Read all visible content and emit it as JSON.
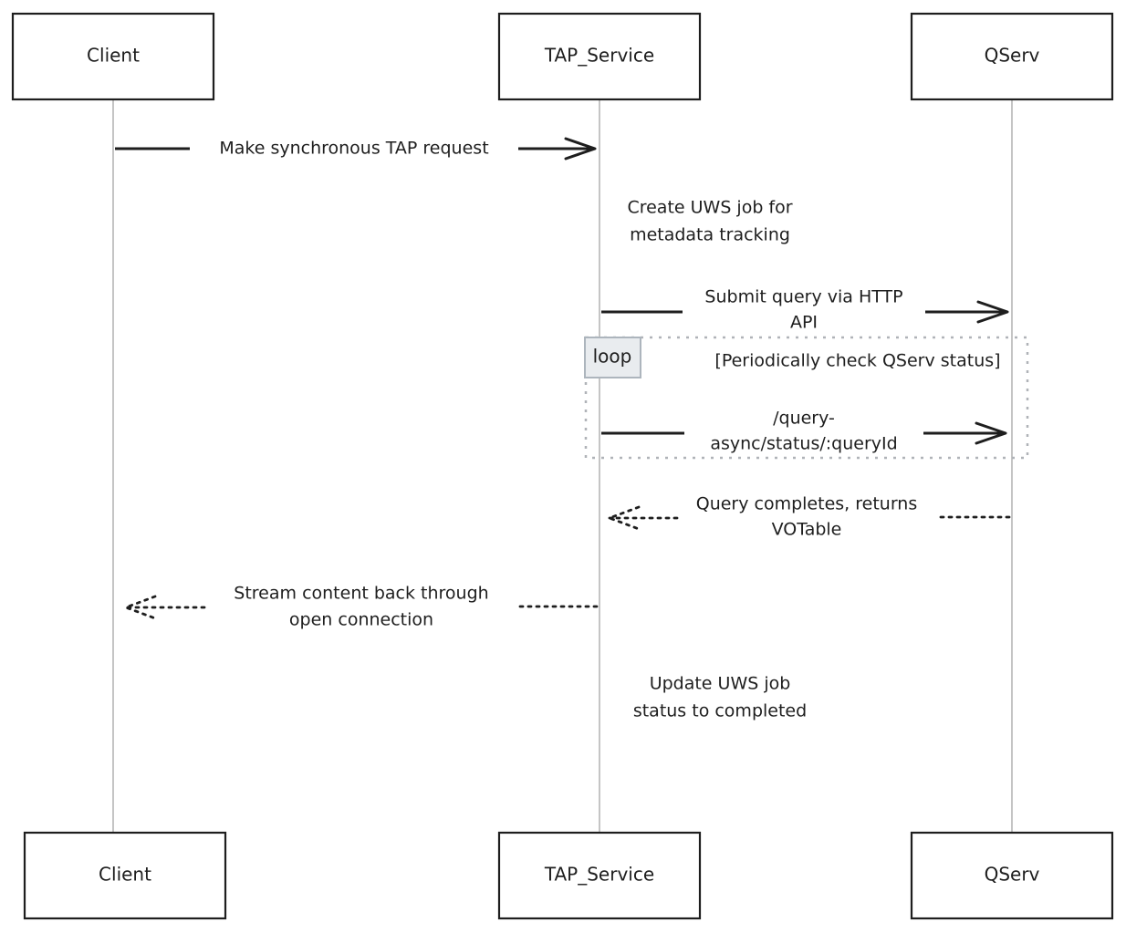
{
  "diagram": {
    "type": "sequence",
    "actors": [
      {
        "id": "client",
        "label": "Client"
      },
      {
        "id": "tap",
        "label": "TAP_Service"
      },
      {
        "id": "qserv",
        "label": "QServ"
      }
    ],
    "messages": [
      {
        "from": "client",
        "to": "tap",
        "style": "solid",
        "lines": [
          "Make synchronous TAP request"
        ]
      },
      {
        "from": "tap",
        "to": "qserv",
        "style": "solid",
        "lines": [
          "Submit query via HTTP",
          "API"
        ]
      },
      {
        "from": "tap",
        "to": "qserv",
        "style": "solid",
        "lines": [
          "/query-",
          "async/status/:queryId"
        ]
      },
      {
        "from": "qserv",
        "to": "tap",
        "style": "dotted",
        "lines": [
          "Query completes, returns",
          "VOTable"
        ]
      },
      {
        "from": "tap",
        "to": "client",
        "style": "dotted",
        "lines": [
          "Stream content back through",
          "open connection"
        ]
      }
    ],
    "notes": [
      {
        "actor": "tap",
        "lines": [
          "Create UWS job for",
          "metadata tracking"
        ]
      },
      {
        "actor": "tap",
        "lines": [
          "Update UWS job",
          "status to completed"
        ]
      }
    ],
    "loop": {
      "tag": "loop",
      "condition": "[Periodically check QServ status]"
    },
    "colors": {
      "stroke": "#1e1e1e",
      "lifeline": "#9e9e9e",
      "loop_border": "#b0b3b8",
      "loop_tag_bg": "#e9ecef",
      "loop_tag_border": "#adb5bd"
    }
  }
}
